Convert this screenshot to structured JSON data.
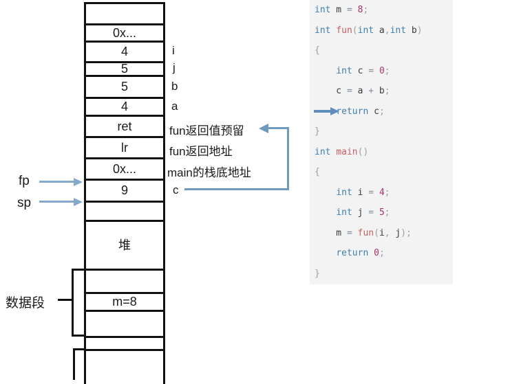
{
  "stack": {
    "cells": [
      {
        "value": ""
      },
      {
        "value": "0x..."
      },
      {
        "value": "4"
      },
      {
        "value": "5"
      },
      {
        "value": "5"
      },
      {
        "value": "4"
      },
      {
        "value": "ret"
      },
      {
        "value": "lr"
      },
      {
        "value": "0x..."
      },
      {
        "value": "9"
      },
      {
        "value": ""
      },
      {
        "value": "堆"
      },
      {
        "value": ""
      },
      {
        "value": "m=8"
      },
      {
        "value": ""
      },
      {
        "value": ""
      },
      {
        "value": ""
      }
    ],
    "side_labels": [
      {
        "text": "i"
      },
      {
        "text": "j"
      },
      {
        "text": "b"
      },
      {
        "text": "a"
      },
      {
        "text": "fun返回值预留"
      },
      {
        "text": "fun返回地址"
      },
      {
        "text": "main的栈底地址"
      },
      {
        "text": "c"
      }
    ]
  },
  "pointers": {
    "fp": "fp",
    "sp": "sp"
  },
  "segments": {
    "data_segment": "数据段"
  },
  "colors": {
    "arrow_blue": "#84a9cc",
    "connector_blue": "#6f9ac0",
    "return_arrow_blue": "#5f8fba",
    "border_black": "#111111",
    "code_background": "#f3f3f3",
    "code_keyword": "#3f7fae",
    "code_function": "#c4615e",
    "code_number": "#a8336f",
    "code_operator": "#7d8b99",
    "code_punctuation": "#9aa0a6",
    "code_plain": "#3b3b3b"
  },
  "code": {
    "lines": [
      [
        [
          "kw",
          "int"
        ],
        [
          "pl",
          " m "
        ],
        [
          "op",
          "="
        ],
        [
          "pl",
          " "
        ],
        [
          "num",
          "8"
        ],
        [
          "pun",
          ";"
        ]
      ],
      [
        [
          "kw",
          "int"
        ],
        [
          "pl",
          " "
        ],
        [
          "fn",
          "fun"
        ],
        [
          "pun",
          "("
        ],
        [
          "kw",
          "int"
        ],
        [
          "pl",
          " a"
        ],
        [
          "pun",
          ","
        ],
        [
          "kw",
          "int"
        ],
        [
          "pl",
          " b"
        ],
        [
          "pun",
          ")"
        ]
      ],
      [
        [
          "pun",
          "{"
        ]
      ],
      [
        [
          "pl",
          "    "
        ],
        [
          "kw",
          "int"
        ],
        [
          "pl",
          " c "
        ],
        [
          "op",
          "="
        ],
        [
          "pl",
          " "
        ],
        [
          "num",
          "0"
        ],
        [
          "pun",
          ";"
        ]
      ],
      [
        [
          "pl",
          "    c "
        ],
        [
          "op",
          "="
        ],
        [
          "pl",
          " a "
        ],
        [
          "op",
          "+"
        ],
        [
          "pl",
          " b"
        ],
        [
          "pun",
          ";"
        ]
      ],
      [
        [
          "pl",
          "    "
        ],
        [
          "kw",
          "return"
        ],
        [
          "pl",
          " c"
        ],
        [
          "pun",
          ";"
        ]
      ],
      [
        [
          "pun",
          "}"
        ]
      ],
      [
        [
          "kw",
          "int"
        ],
        [
          "pl",
          " "
        ],
        [
          "fn",
          "main"
        ],
        [
          "pun",
          "()"
        ]
      ],
      [
        [
          "pun",
          "{"
        ]
      ],
      [
        [
          "pl",
          "    "
        ],
        [
          "kw",
          "int"
        ],
        [
          "pl",
          " i "
        ],
        [
          "op",
          "="
        ],
        [
          "pl",
          " "
        ],
        [
          "num",
          "4"
        ],
        [
          "pun",
          ";"
        ]
      ],
      [
        [
          "pl",
          "    "
        ],
        [
          "kw",
          "int"
        ],
        [
          "pl",
          " j "
        ],
        [
          "op",
          "="
        ],
        [
          "pl",
          " "
        ],
        [
          "num",
          "5"
        ],
        [
          "pun",
          ";"
        ]
      ],
      [
        [
          "pl",
          "    m "
        ],
        [
          "op",
          "="
        ],
        [
          "pl",
          " "
        ],
        [
          "fn",
          "fun"
        ],
        [
          "pun",
          "("
        ],
        [
          "pl",
          "i"
        ],
        [
          "pun",
          ","
        ],
        [
          "pl",
          " j"
        ],
        [
          "pun",
          ");"
        ]
      ],
      [
        [
          "pl",
          "    "
        ],
        [
          "kw",
          "return"
        ],
        [
          "pl",
          " "
        ],
        [
          "num",
          "0"
        ],
        [
          "pun",
          ";"
        ]
      ],
      [
        [
          "pun",
          "}"
        ]
      ]
    ]
  }
}
